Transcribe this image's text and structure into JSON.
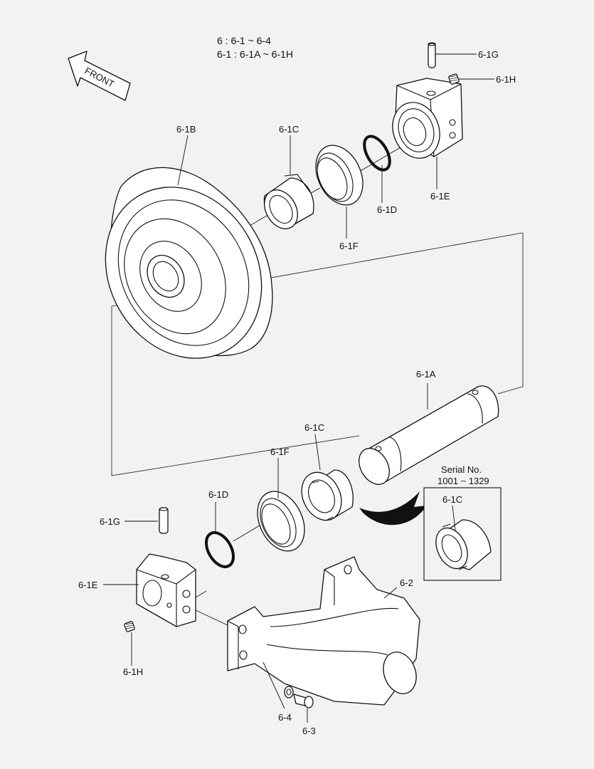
{
  "header": {
    "line1": "6 : 6-1 ~ 6-4",
    "line2": "6-1 : 6-1A ~ 6-1H"
  },
  "front_arrow": {
    "label": "FRONT",
    "icon": "arrow-left-icon"
  },
  "inset": {
    "title_line1": "Serial No.",
    "title_line2": "1001 ~ 1329"
  },
  "labels": {
    "p_6_1G_top": "6-1G",
    "p_6_1H_top": "6-1H",
    "p_6_1B": "6-1B",
    "p_6_1C_top": "6-1C",
    "p_6_1D_top": "6-1D",
    "p_6_1E_top": "6-1E",
    "p_6_1F_top": "6-1F",
    "p_6_1A": "6-1A",
    "p_6_1C_mid": "6-1C",
    "p_6_1F_mid": "6-1F",
    "p_6_1D_bot": "6-1D",
    "p_6_1G_bot": "6-1G",
    "p_6_1E_bot": "6-1E",
    "p_6_1H_bot": "6-1H",
    "p_6_1C_inset": "6-1C",
    "p_6_2": "6-2",
    "p_6_4": "6-4",
    "p_6_3": "6-3"
  }
}
